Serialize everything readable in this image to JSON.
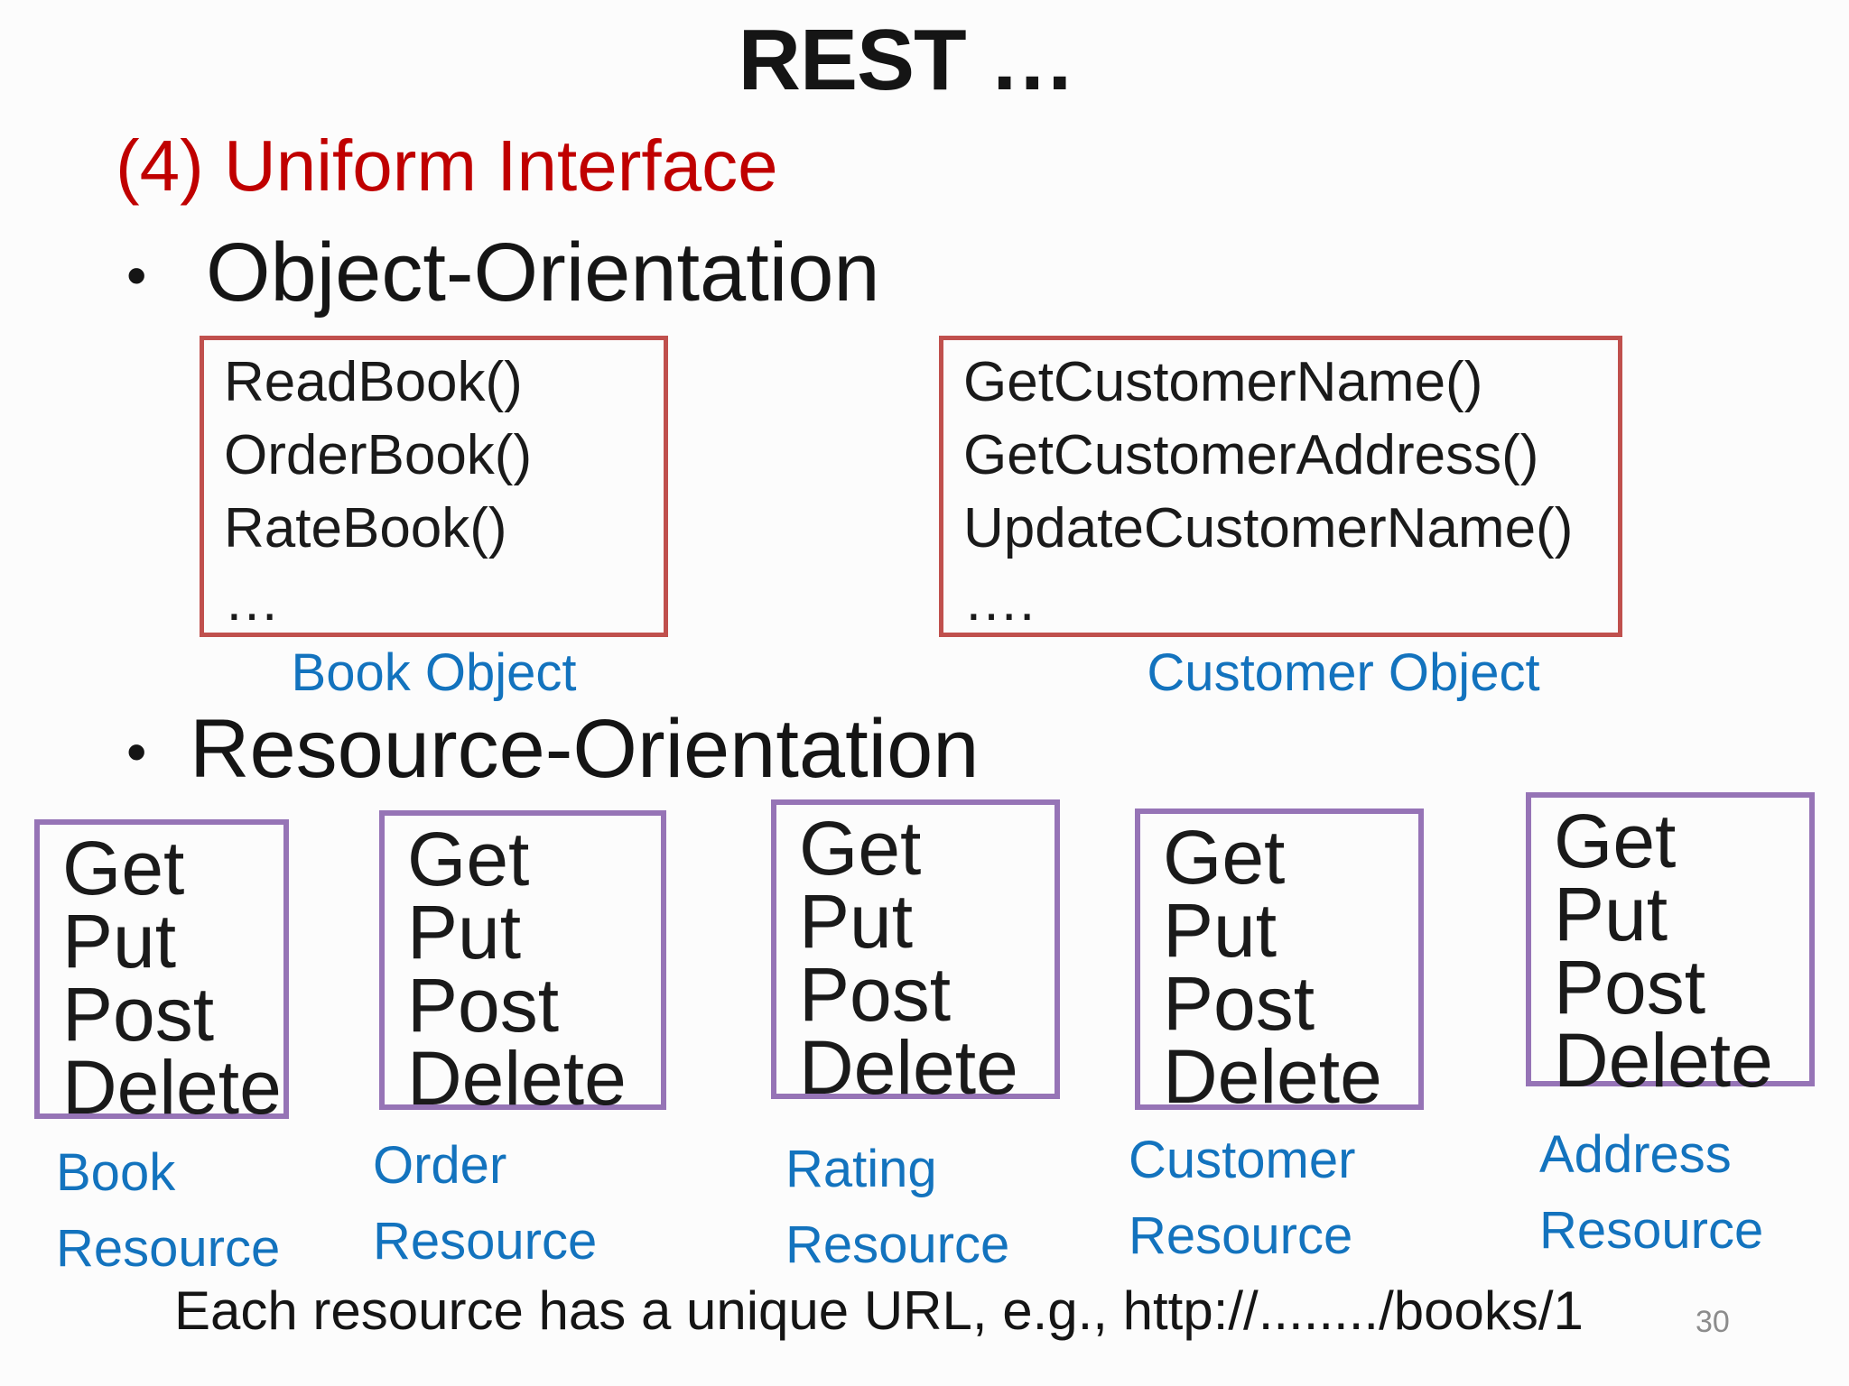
{
  "slide": {
    "title": "REST …",
    "heading": "(4) Uniform Interface",
    "bullet_glyph": "•",
    "bullets": {
      "object_orientation": "Object-Orientation",
      "resource_orientation": "Resource-Orientation"
    },
    "footer": "Each resource has a unique URL, e.g., http://......../books/1",
    "page_number": "30"
  },
  "object_boxes": [
    {
      "label": "Book Object",
      "methods": [
        "ReadBook()",
        "OrderBook()",
        "RateBook()",
        "…"
      ]
    },
    {
      "label": "Customer Object",
      "methods": [
        "GetCustomerName()",
        "GetCustomerAddress()",
        "UpdateCustomerName()",
        "…."
      ]
    }
  ],
  "resource_boxes": [
    {
      "label_line1": "Book",
      "label_line2": "Resource",
      "methods": [
        "Get",
        "Put",
        "Post",
        "Delete"
      ]
    },
    {
      "label_line1": "Order",
      "label_line2": "Resource",
      "methods": [
        "Get",
        "Put",
        "Post",
        "Delete"
      ]
    },
    {
      "label_line1": "Rating",
      "label_line2": "Resource",
      "methods": [
        "Get",
        "Put",
        "Post",
        "Delete"
      ]
    },
    {
      "label_line1": "Customer",
      "label_line2": "Resource",
      "methods": [
        "Get",
        "Put",
        "Post",
        "Delete"
      ]
    },
    {
      "label_line1": "Address",
      "label_line2": "Resource",
      "methods": [
        "Get",
        "Put",
        "Post",
        "Delete"
      ]
    }
  ],
  "colors": {
    "heading_red": "#c00000",
    "object_box_border": "#c0504d",
    "resource_box_border": "#9674b6",
    "label_blue": "#1373be",
    "page_number_gray": "#8c8c8c",
    "background": "#fcfcfc"
  }
}
